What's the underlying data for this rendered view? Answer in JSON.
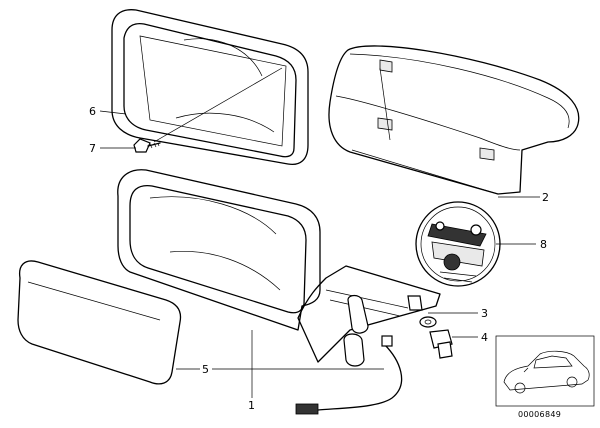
{
  "callouts": [
    {
      "number": "6",
      "part": "mirror-frame-upper"
    },
    {
      "number": "7",
      "part": "screw"
    },
    {
      "number": "2",
      "part": "mirror-cap"
    },
    {
      "number": "8",
      "part": "motor-unit"
    },
    {
      "number": "3",
      "part": "washer"
    },
    {
      "number": "4",
      "part": "bolt"
    },
    {
      "number": "5",
      "part": "mirror-glass"
    },
    {
      "number": "1",
      "part": "mirror-housing"
    }
  ],
  "diagram_ref": "00006849"
}
